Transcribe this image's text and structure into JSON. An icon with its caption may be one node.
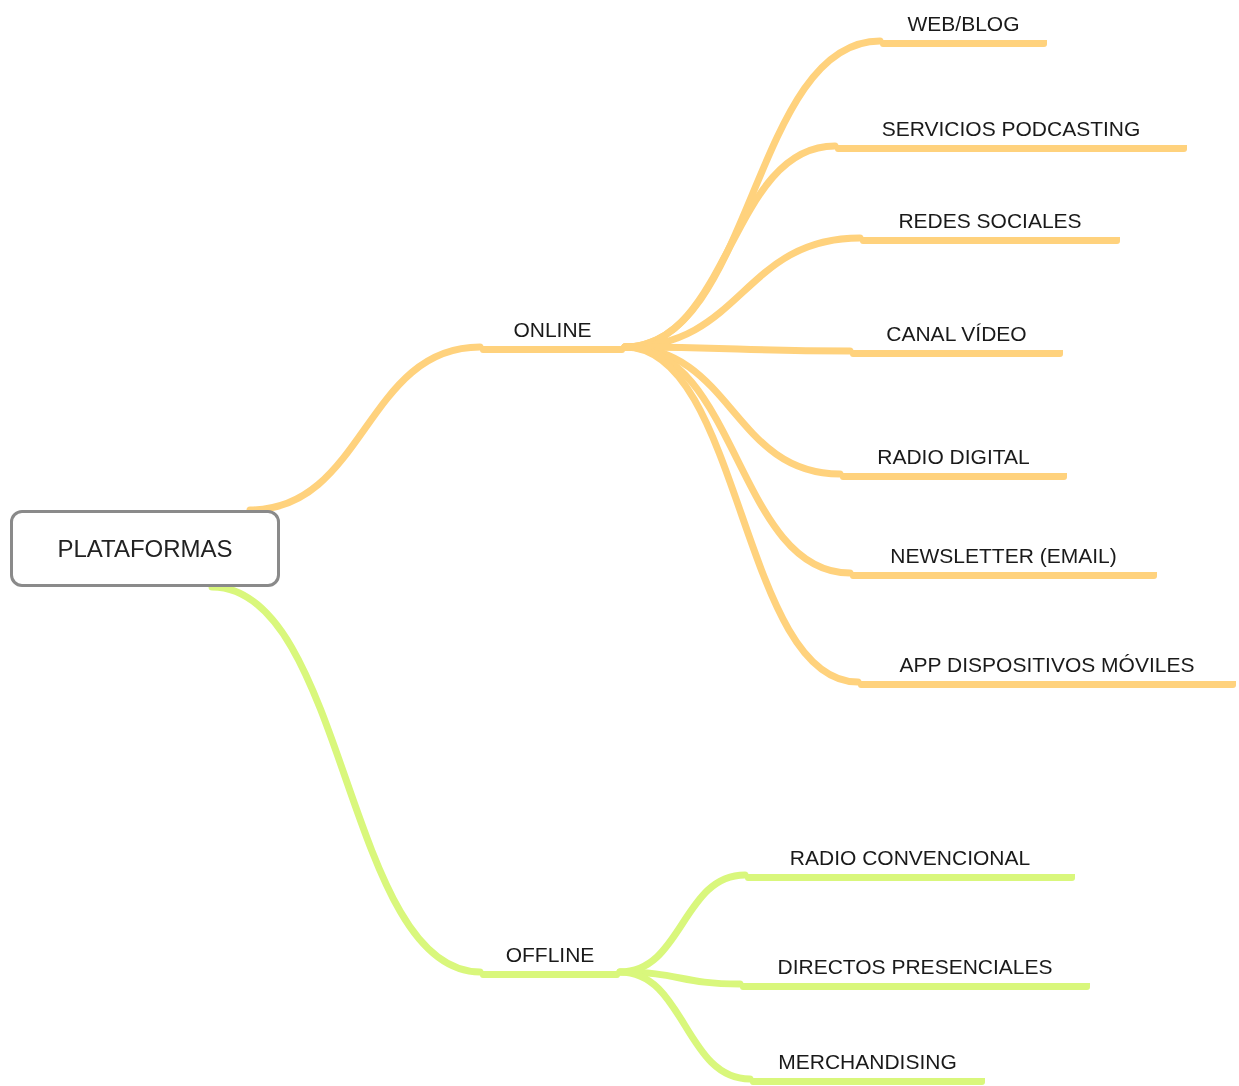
{
  "diagram": {
    "nodes": [
      {
        "text": [
          "PLATAFORMAS"
        ]
      },
      {
        "text": [
          "ONLINE"
        ]
      },
      {
        "text": [
          "WEB/BLOG"
        ]
      },
      {
        "text": [
          "SERVICIOS PODCASTING"
        ]
      },
      {
        "text": [
          "REDES SOCIALES"
        ]
      },
      {
        "text": [
          "CANAL VÍDEO"
        ]
      },
      {
        "text": [
          "RADIO DIGITAL"
        ]
      },
      {
        "text": [
          "NEWSLETTER (EMAIL)"
        ]
      },
      {
        "text": [
          "APP DISPOSITIVOS MÓVILES"
        ]
      },
      {
        "text": [
          "OFFLINE"
        ]
      },
      {
        "text": [
          "RADIO CONVENCIONAL"
        ]
      },
      {
        "text": [
          "DIRECTOS PRESENCIALES"
        ]
      },
      {
        "text": [
          "MERCHANDISING"
        ]
      }
    ],
    "edges": [
      {
        "from": 0,
        "to": 1,
        "arrow": "none"
      },
      {
        "from": 1,
        "to": 2,
        "arrow": "none"
      },
      {
        "from": 1,
        "to": 3,
        "arrow": "none"
      },
      {
        "from": 1,
        "to": 4,
        "arrow": "none"
      },
      {
        "from": 1,
        "to": 5,
        "arrow": "none"
      },
      {
        "from": 1,
        "to": 6,
        "arrow": "none"
      },
      {
        "from": 1,
        "to": 7,
        "arrow": "none"
      },
      {
        "from": 1,
        "to": 8,
        "arrow": "none"
      },
      {
        "from": 0,
        "to": 9,
        "arrow": "none",
        "color": "#d9f77c"
      },
      {
        "from": 9,
        "to": 10,
        "arrow": "none",
        "color": "#d9f77c"
      },
      {
        "from": 9,
        "to": 11,
        "arrow": "none",
        "color": "#d9f77c"
      },
      {
        "from": 9,
        "to": 12,
        "arrow": "none",
        "color": "#d9f77c"
      }
    ]
  }
}
